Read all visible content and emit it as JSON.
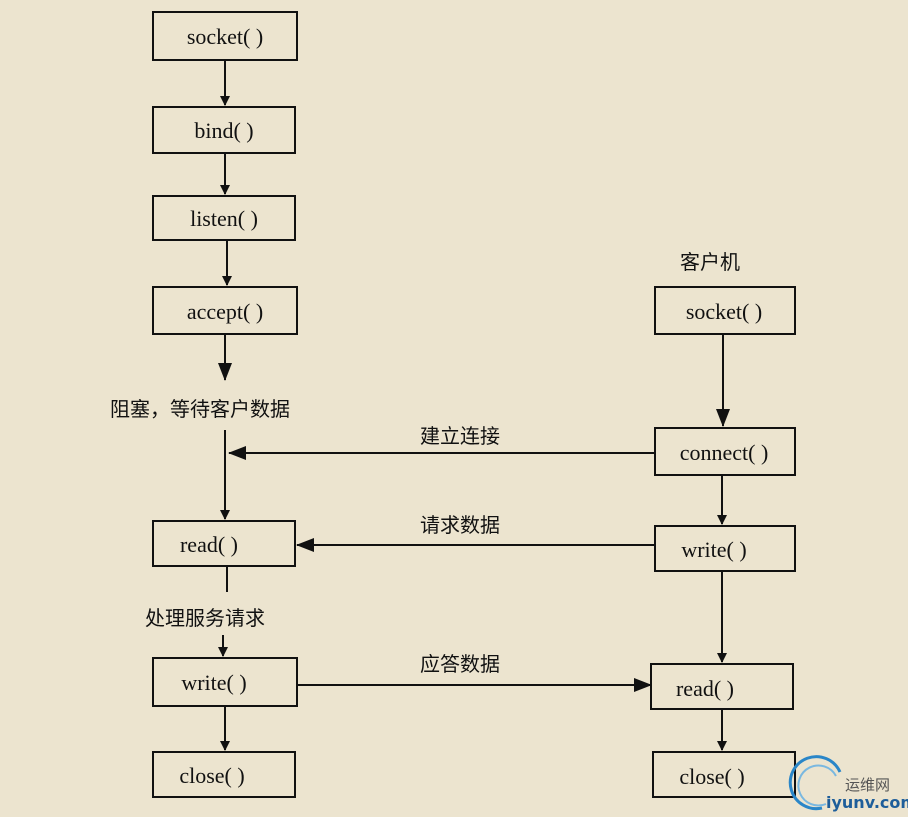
{
  "server": {
    "socket": "socket( )",
    "bind": "bind( )",
    "listen": "listen( )",
    "accept": "accept( )",
    "blocking_note": "阻塞，等待客户数据",
    "read": "read( )",
    "process_note": "处理服务请求",
    "write": "write( )",
    "close": "close( )"
  },
  "client": {
    "title": "客户机",
    "socket": "socket( )",
    "connect": "connect( )",
    "write": "write( )",
    "read": "read( )",
    "close": "close( )"
  },
  "messages": {
    "connect": "建立连接",
    "request": "请求数据",
    "response": "应答数据"
  },
  "watermark": {
    "cn": "运维网",
    "en": "iyunv.com"
  },
  "colors": {
    "background": "#ece4cf",
    "ink": "#111111"
  }
}
